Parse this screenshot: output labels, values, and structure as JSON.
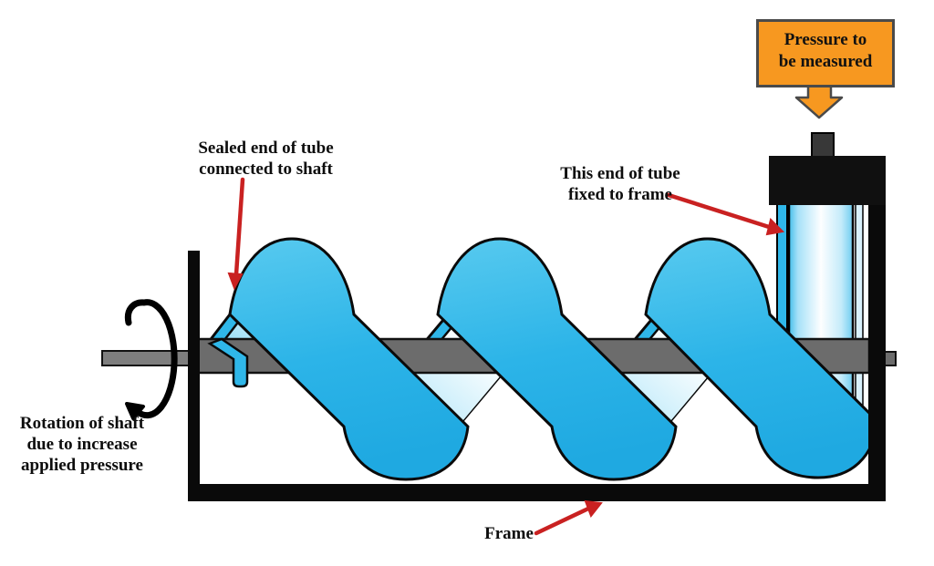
{
  "labels": {
    "pressure_box": {
      "line1": "Pressure to",
      "line2": "be measured"
    },
    "sealed_end": {
      "line1": "Sealed end of tube",
      "line2": "connected to shaft"
    },
    "fixed_end": {
      "line1": "This end of tube",
      "line2": "fixed to frame"
    },
    "rotation": {
      "line1": "Rotation of shaft",
      "line2": "due to increase",
      "line3": "applied pressure"
    },
    "frame": {
      "text": "Frame"
    }
  },
  "colors": {
    "tube_front_blue": "#2CB4E8",
    "tube_back_gradient_light": "#FBFEFF",
    "tube_back_gradient_blue": "#8FDAF5",
    "shaft_gray": "#6C6C6C",
    "frame_black": "#0A0A0A",
    "callout_orange": "#F79820",
    "arrow_red": "#C92121",
    "text_black": "#0D0D0D"
  }
}
